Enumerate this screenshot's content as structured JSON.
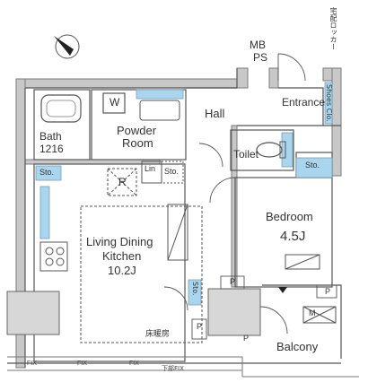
{
  "plan": {
    "compass_north": "N",
    "rooms": {
      "bath": "Bath",
      "bath_size": "1216",
      "powder_room_1": "Powder",
      "powder_room_2": "Room",
      "hall": "Hall",
      "entrance": "Entrance",
      "shoes_closet": "Shoes Clo.",
      "mb_ps_1": "MB",
      "mb_ps_2": "PS",
      "toilet": "Toilet",
      "ldk_1": "Living Dining",
      "ldk_2": "Kitchen",
      "ldk_size": "10.2J",
      "bedroom": "Bedroom",
      "bedroom_size": "4.5J",
      "balcony": "Balcony"
    },
    "fixtures": {
      "washer": "W",
      "storage": "Sto.",
      "linen": "Lin",
      "refrigerator": "R",
      "pipe_space": "P",
      "meter": "M",
      "floor_heating": "床暖房",
      "delivery_locker": "宅配ロッカー",
      "fix": "FIX",
      "lower_fix": "下部FIX"
    },
    "colors": {
      "wall": "#7a7a7a",
      "wall_fill": "#c8c8c8",
      "water_blue": "#a9d6ee",
      "line": "#555555"
    }
  }
}
